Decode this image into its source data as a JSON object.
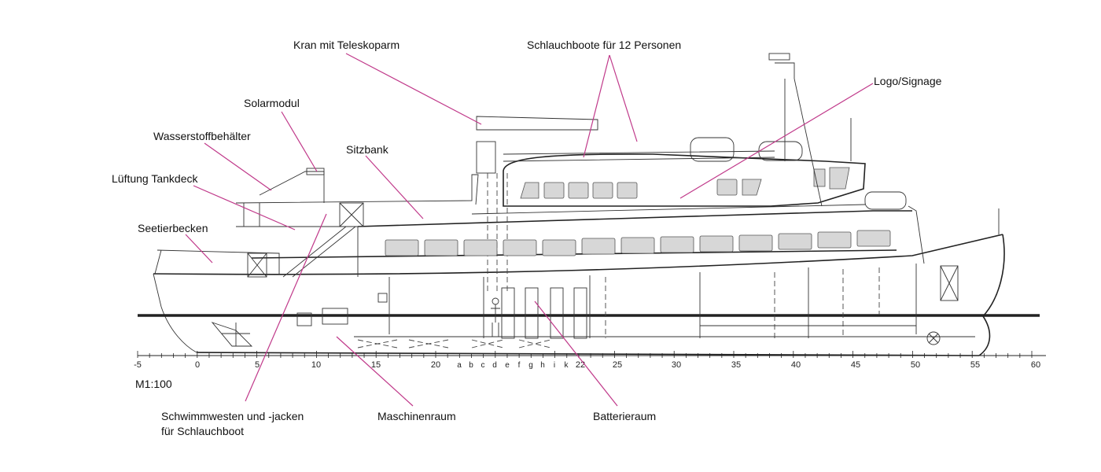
{
  "labels": {
    "crane": "Kran mit Teleskoparm",
    "liferafts": "Schlauchboote für 12 Personen",
    "logo": "Logo/Signage",
    "solar": "Solarmodul",
    "hydrogen_tanks": "Wasserstoffbehälter",
    "bench": "Sitzbank",
    "ventilation": "Lüftung Tankdeck",
    "seal_pool": "Seetierbecken",
    "lifejackets_line1": "Schwimmwesten und -jacken",
    "lifejackets_line2": "für Schlauchboot",
    "engine_room": "Maschinenraum",
    "battery_room": "Batterieraum"
  },
  "scale": "M1:100",
  "frame_numbers": [
    "-5",
    "0",
    "5",
    "10",
    "15",
    "20",
    "22",
    "25",
    "30",
    "35",
    "40",
    "45",
    "50",
    "55",
    "60"
  ],
  "frame_letters": [
    "a",
    "b",
    "c",
    "d",
    "e",
    "f",
    "g",
    "h",
    "i",
    "k"
  ],
  "colors": {
    "leader": "#c0398a",
    "window": "#d7d7d7",
    "line": "#222222"
  }
}
